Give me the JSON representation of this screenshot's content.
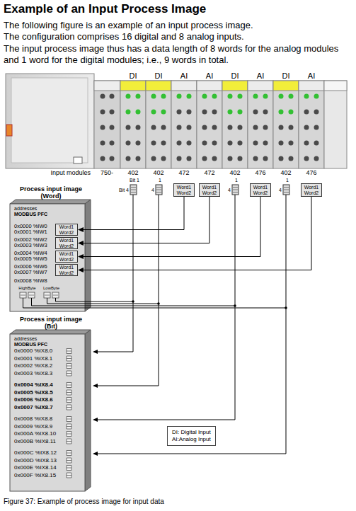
{
  "diagram": {
    "title": "Example of an Input Process Image",
    "caption": "Figure 37: Example of process image for input data",
    "nodes": [
      {
        "text": [
          "Word1",
          "Word2"
        ]
      },
      {
        "text": [
          "Word1",
          "Word2"
        ]
      },
      {
        "text": [
          "Word1",
          "Word2"
        ]
      },
      {
        "text": [
          "Word1",
          "Word2"
        ]
      },
      {
        "text": [
          "Process input image (Word)",
          "addresses",
          "MODBUS PFC",
          "0x0000 %IW0",
          "0x0001 %IW1",
          "0x0002 %IW2",
          "0x0003 %IW3",
          "0x0004 %IW4",
          "0x0005 %IW5",
          "0x0006 %IW6",
          "0x0007 %IW7",
          "0x0008 %IW8",
          "HighByte",
          "LowByte"
        ]
      },
      {
        "text": [
          "Word1",
          "Word2"
        ],
        "in": 4
      },
      {
        "text": [
          "Word1",
          "Word2"
        ],
        "in": 4
      },
      {
        "text": [
          "Word1",
          "Word2"
        ],
        "in": 4
      },
      {
        "text": [
          "Word1",
          "Word2"
        ],
        "in": 4
      },
      {
        "text": [
          "Process input image (Bit)",
          "addresses",
          "MODBUS PFC",
          "0x0000 %IX8.0",
          "0x0001 %IX8.1",
          "0x0002 %IX8.2",
          "0x0003 %IX8.3",
          "0x0004 %IX8.4",
          "0x0005 %IX8.5",
          "0x0006 %IX8.6",
          "0x0007 %IX8.7",
          "0x0008 %IX8.8",
          "0x0009 %IX8.9",
          "0x000A %IX8.10",
          "0x000B %IX8.11",
          "0x000C %IX8.12",
          "0x000D %IX8.13",
          "0x000E %IX8.14",
          "0x000F %IX8.15"
        ]
      },
      {
        "text": [
          "DI: Digital Input",
          "AI:Analog Input"
        ]
      }
    ],
    "edges": [
      {
        "from": 0,
        "to": 5,
        "arrow": "to"
      },
      {
        "from": 1,
        "to": 6,
        "arrow": "to"
      },
      {
        "from": 2,
        "to": 7,
        "arrow": "to"
      },
      {
        "from": 3,
        "to": 8,
        "arrow": "to"
      }
    ],
    "labels": [
      "The following figure is an example of an input process image.",
      "The configuration comprises 16 digital and 8 analog inputs.",
      "The input process image thus has a data length of 8 words for the analog modules and 1 word for the digital modules; i.e., 9 words in total.",
      "DI",
      "DI",
      "AI",
      "AI",
      "DI",
      "AI",
      "DI",
      "AI",
      "Input modules",
      "750-",
      "402",
      "402",
      "472",
      "472",
      "402",
      "476",
      "402",
      "476",
      "Bit 1",
      "1",
      "1",
      "1",
      "Bit 4",
      "4",
      "4",
      "4"
    ]
  }
}
